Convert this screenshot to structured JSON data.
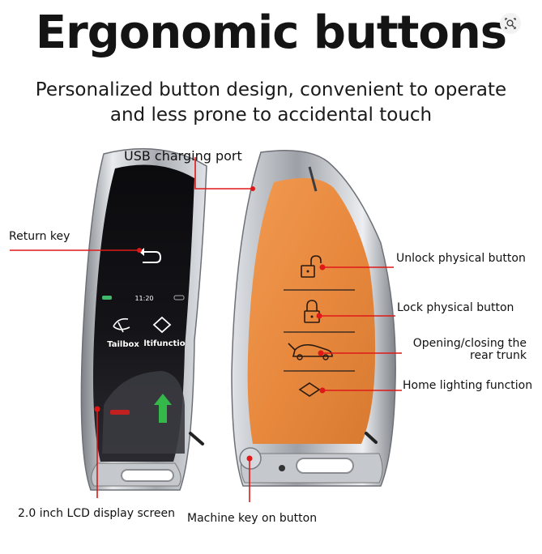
{
  "headline": "Ergonomic buttons",
  "subheadline": [
    "Personalized button design, convenient to operate",
    "and less prone to accidental touch"
  ],
  "screen": {
    "time": "11:20",
    "item_left": "Tailbox",
    "item_right": "ltifunctio"
  },
  "callouts": {
    "usb": "USB charging port",
    "return_key": "Return key",
    "unlock": "Unlock physical button",
    "lock": "Lock physical button",
    "trunk_line1": "Opening/closing the",
    "trunk_line2": "rear trunk",
    "home": "Home lighting function",
    "lcd": "2.0 inch LCD display screen",
    "machine_key": "Machine key on button"
  },
  "colors": {
    "leather": "#e8893e",
    "metal": "#b9bcc1",
    "screen": "#0d0d10",
    "callout_line": "#e01818"
  }
}
